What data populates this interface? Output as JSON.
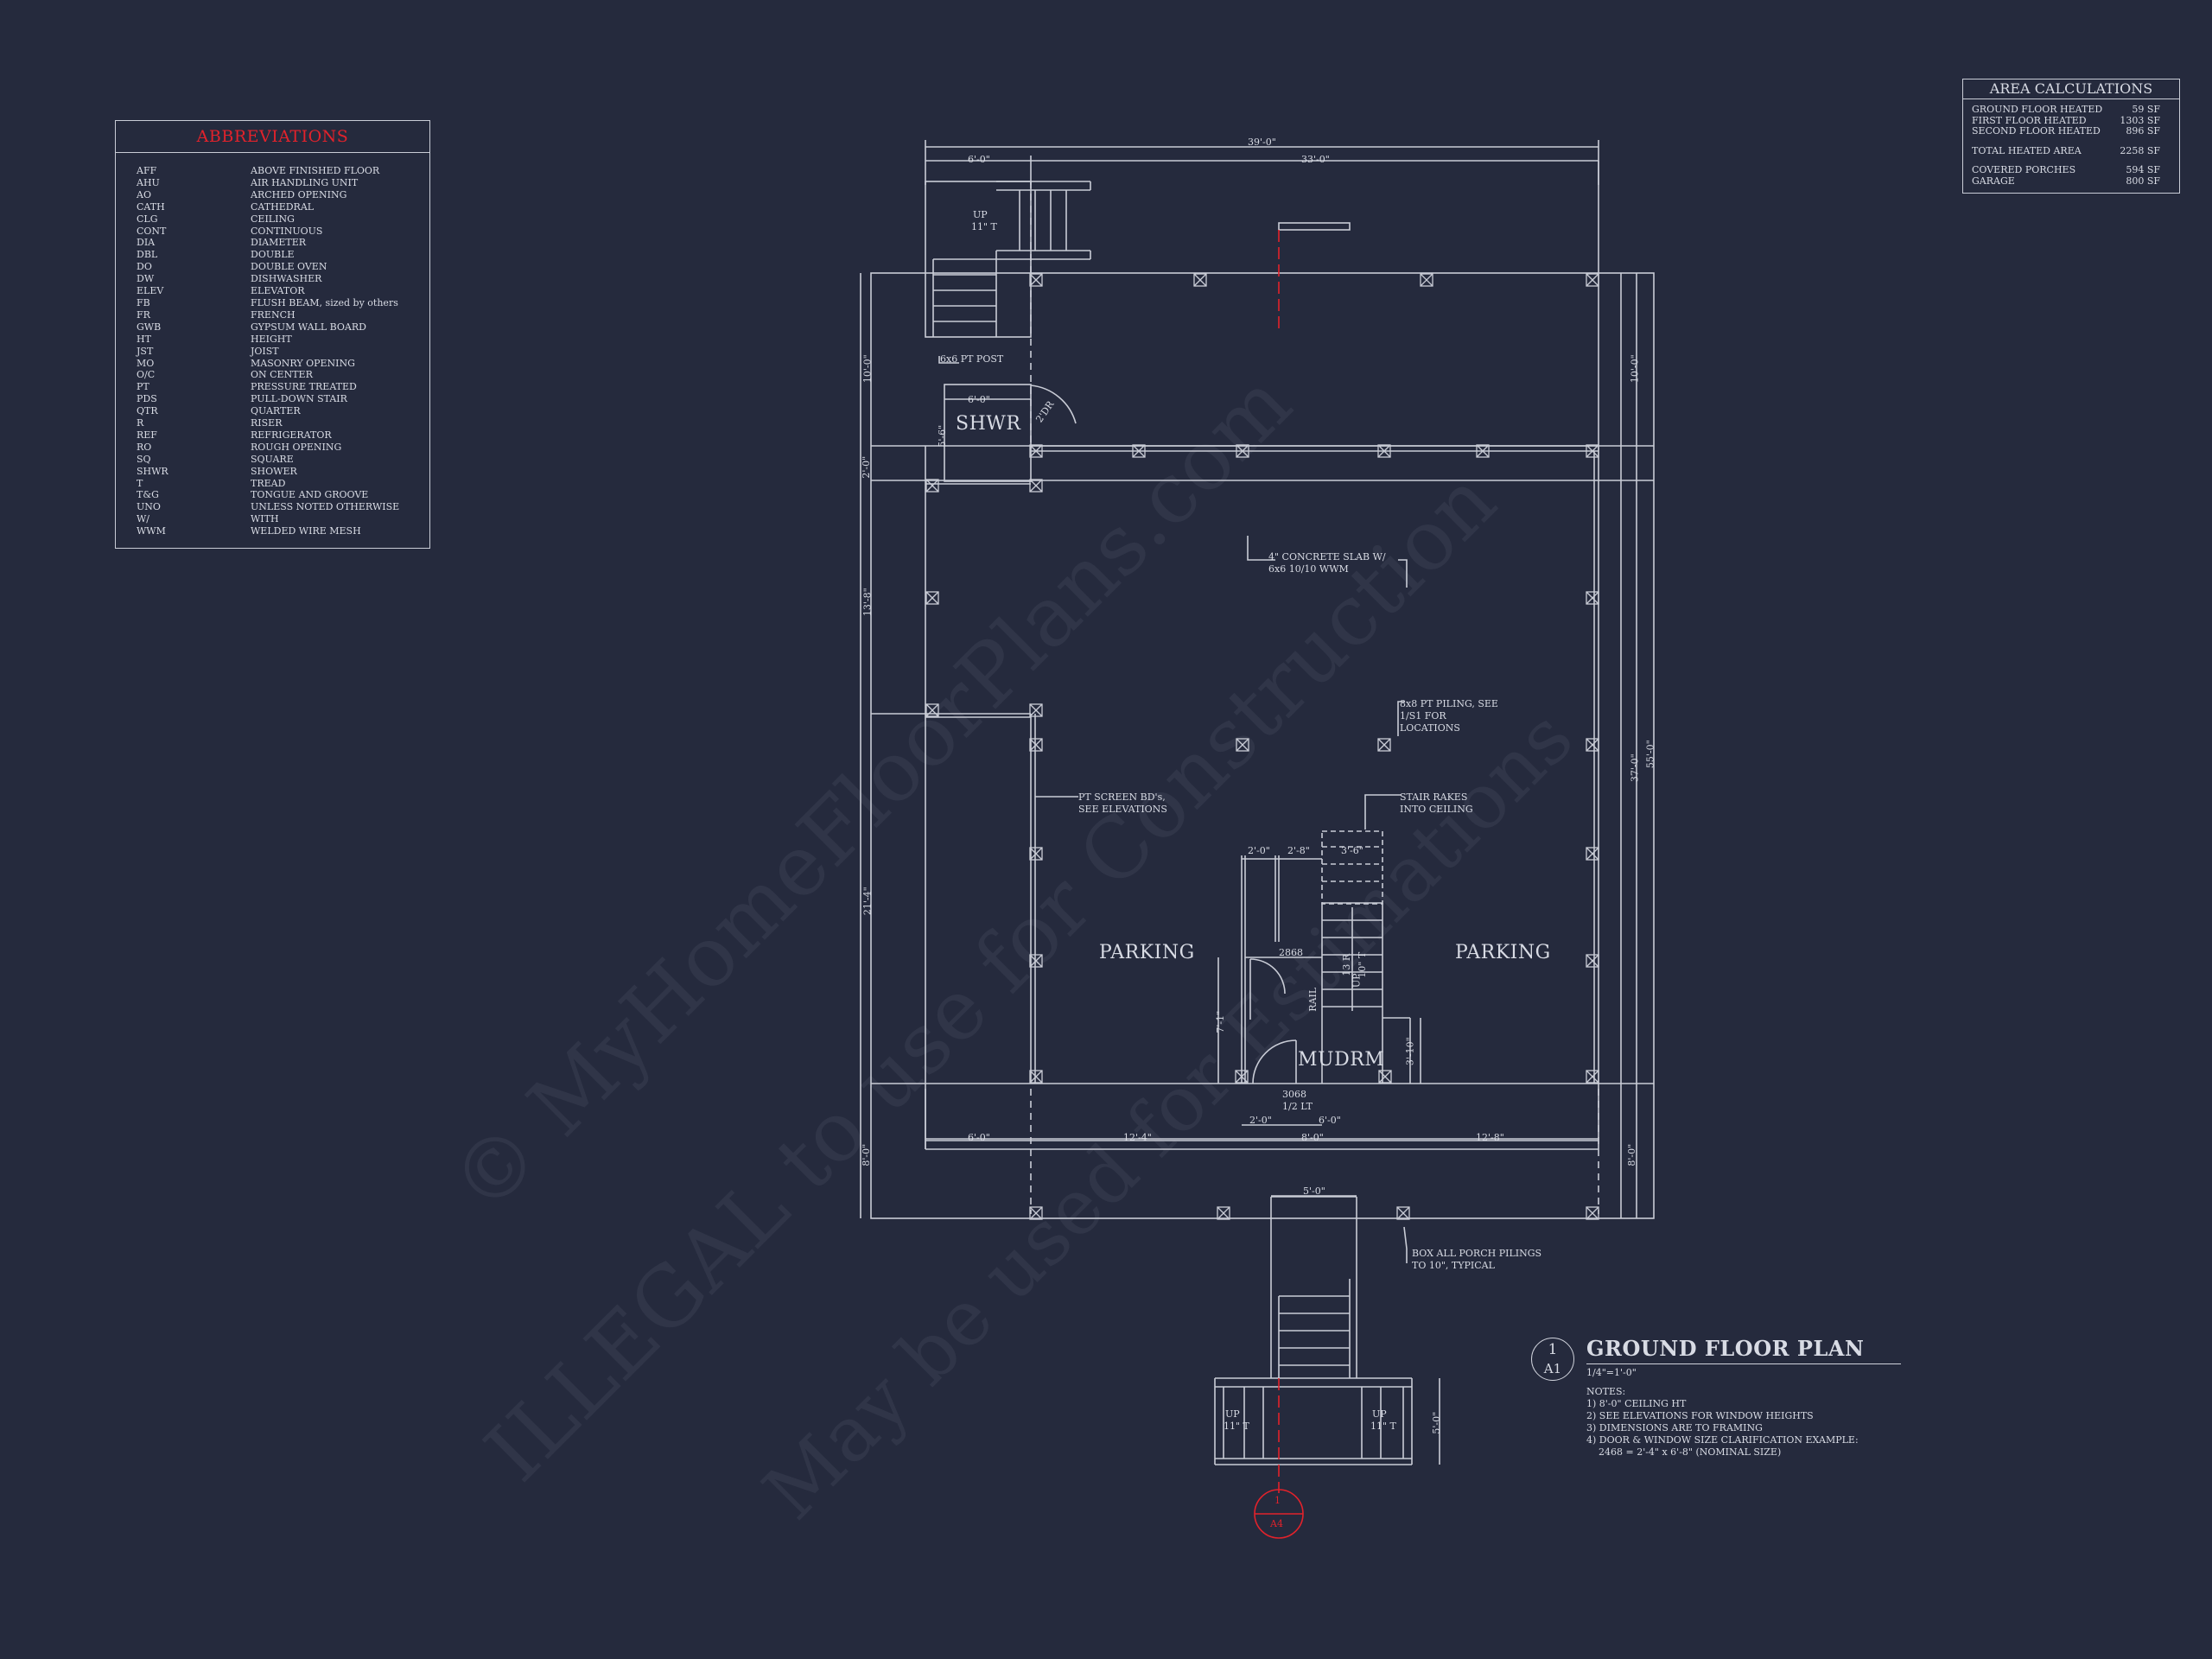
{
  "abbreviations": {
    "title": "ABBREVIATIONS",
    "items": [
      [
        "AFF",
        "ABOVE FINISHED FLOOR"
      ],
      [
        "AHU",
        "AIR HANDLING UNIT"
      ],
      [
        "AO",
        "ARCHED OPENING"
      ],
      [
        "CATH",
        "CATHEDRAL"
      ],
      [
        "CLG",
        "CEILING"
      ],
      [
        "CONT",
        "CONTINUOUS"
      ],
      [
        "DIA",
        "DIAMETER"
      ],
      [
        "DBL",
        "DOUBLE"
      ],
      [
        "DO",
        "DOUBLE OVEN"
      ],
      [
        "DW",
        "DISHWASHER"
      ],
      [
        "ELEV",
        "ELEVATOR"
      ],
      [
        "FB",
        "FLUSH BEAM, sized by others"
      ],
      [
        "FR",
        "FRENCH"
      ],
      [
        "GWB",
        "GYPSUM WALL BOARD"
      ],
      [
        "HT",
        "HEIGHT"
      ],
      [
        "JST",
        "JOIST"
      ],
      [
        "MO",
        "MASONRY OPENING"
      ],
      [
        "O/C",
        "ON CENTER"
      ],
      [
        "PT",
        "PRESSURE TREATED"
      ],
      [
        "PDS",
        "PULL-DOWN STAIR"
      ],
      [
        "QTR",
        "QUARTER"
      ],
      [
        "R",
        "RISER"
      ],
      [
        "REF",
        "REFRIGERATOR"
      ],
      [
        "RO",
        "ROUGH OPENING"
      ],
      [
        "SQ",
        "SQUARE"
      ],
      [
        "SHWR",
        "SHOWER"
      ],
      [
        "T",
        "TREAD"
      ],
      [
        "T&G",
        "TONGUE AND GROOVE"
      ],
      [
        "UNO",
        "UNLESS NOTED OTHERWISE"
      ],
      [
        "W/",
        "WITH"
      ],
      [
        "WWM",
        "WELDED WIRE MESH"
      ]
    ]
  },
  "area_calculations": {
    "title": "AREA CALCULATIONS",
    "group1": [
      [
        "GROUND FLOOR HEATED",
        "59 SF"
      ],
      [
        "FIRST FLOOR HEATED",
        "1303 SF"
      ],
      [
        "SECOND FLOOR HEATED",
        "896 SF"
      ]
    ],
    "group2": [
      [
        "TOTAL HEATED AREA",
        "2258 SF"
      ]
    ],
    "group3": [
      [
        "COVERED PORCHES",
        "594 SF"
      ],
      [
        "GARAGE",
        "800 SF"
      ]
    ]
  },
  "plan": {
    "rooms": {
      "shower": "SHWR",
      "parking_left": "PARKING",
      "parking_right": "PARKING",
      "mudroom": "MUDRM"
    },
    "dimensions": {
      "overall_top": "39'-0\"",
      "top_left": "6'-0\"",
      "top_right": "33'-0\"",
      "left_1": "10'-0\"",
      "left_2": "2'-0\"",
      "left_3": "13'-8\"",
      "left_4": "21'-4\"",
      "left_5": "8'-0\"",
      "right_1": "10'-0\"",
      "right_2": "37'-0\"",
      "right_3": "8'-0\"",
      "right_overall": "55'-0\"",
      "bot_1": "6'-0\"",
      "bot_2": "12'-4\"",
      "bot_3": "8'-0\"",
      "bot_4": "12'-8\"",
      "shwr_w": "6'-0\"",
      "shwr_h": "5'-6\"",
      "mud_w1": "2'-0\"",
      "mud_w2": "2'-8\"",
      "stair_w": "3'-6\"",
      "mud_b1": "2'-0\"",
      "mud_b2": "6'-0\"",
      "mud_h": "7'-1\"",
      "mud_h2": "3'-10\"",
      "entry_w": "5'-0\"",
      "front_h": "5'-0\"",
      "door_dr": "2'DR"
    },
    "notes": {
      "post": "6x6 PT POST",
      "slab_1": "4\" CONCRETE SLAB W/",
      "slab_2": "6x6 10/10 WWM",
      "piling_1": "8x8 PT PILING, SEE",
      "piling_2": "1/S1 FOR",
      "piling_3": "LOCATIONS",
      "screen_1": "PT SCREEN BD's,",
      "screen_2": "SEE ELEVATIONS",
      "rakes_1": "STAIR RAKES",
      "rakes_2": "INTO CEILING",
      "box_1": "BOX ALL PORCH PILINGS",
      "box_2": "TO 10\", TYPICAL",
      "door_2868": "2868",
      "door_3068": "3068",
      "door_lt": "1/2 LT",
      "rail": "RAIL",
      "up_label": "UP",
      "up_treads": "11\" T",
      "stair_up": "UP",
      "stair_treads": "10\" T",
      "stair_r": "13 R",
      "entry_up": "UP",
      "entry_t": "11\" T"
    },
    "section_marker": {
      "number": "1",
      "sheet": "A4"
    }
  },
  "title_block": {
    "number": "1",
    "sheet": "A1",
    "title": "GROUND FLOOR PLAN",
    "scale": "1/4\"=1'-0\"",
    "notes": [
      "NOTES:",
      "1) 8'-0\" CEILING HT",
      "2) SEE ELEVATIONS FOR WINDOW HEIGHTS",
      "3) DIMENSIONS ARE TO FRAMING",
      "4) DOOR & WINDOW SIZE CLARIFICATION EXAMPLE:",
      "    2468 = 2'-4\" x 6'-8\" (NOMINAL SIZE)"
    ]
  },
  "watermark": {
    "line1": "© MyHomeFloorPlans.com",
    "line2": "ILLEGAL to use for Construction",
    "line3": "May be used for Estimations"
  },
  "colors": {
    "background": "#252a3d",
    "linework": "#c9ccd6",
    "accent_red": "#e2222b"
  }
}
